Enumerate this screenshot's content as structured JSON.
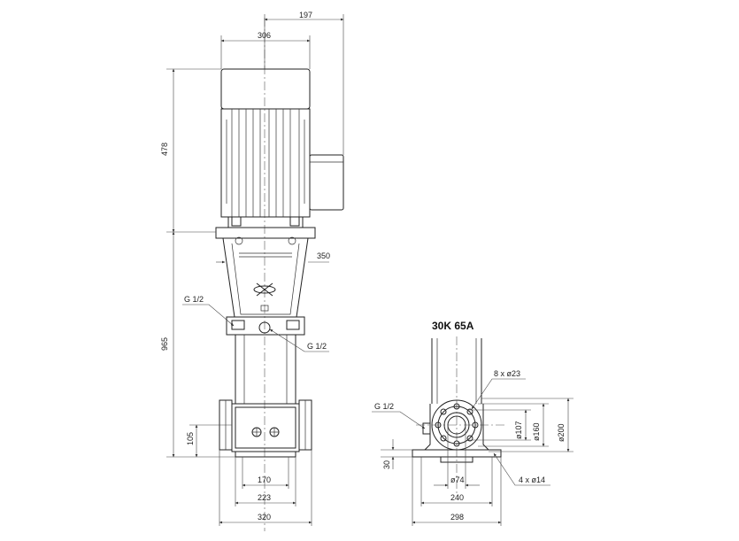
{
  "title": "30K 65A",
  "dims": {
    "d197": "197",
    "d306": "306",
    "d478": "478",
    "d965": "965",
    "d350": "350",
    "d105": "105",
    "d170": "170",
    "d223": "223",
    "d320": "320",
    "d30": "30",
    "d74": "ø74",
    "d240": "240",
    "d298": "298",
    "d107": "ø107",
    "d160": "ø160",
    "d200": "ø200"
  },
  "labels": {
    "g12_left_top": "G 1/2",
    "g12_left_bottom": "G 1/2",
    "g12_right": "G 1/2",
    "holes_8x23": "8 x ø23",
    "holes_4x14": "4 x ø14"
  }
}
